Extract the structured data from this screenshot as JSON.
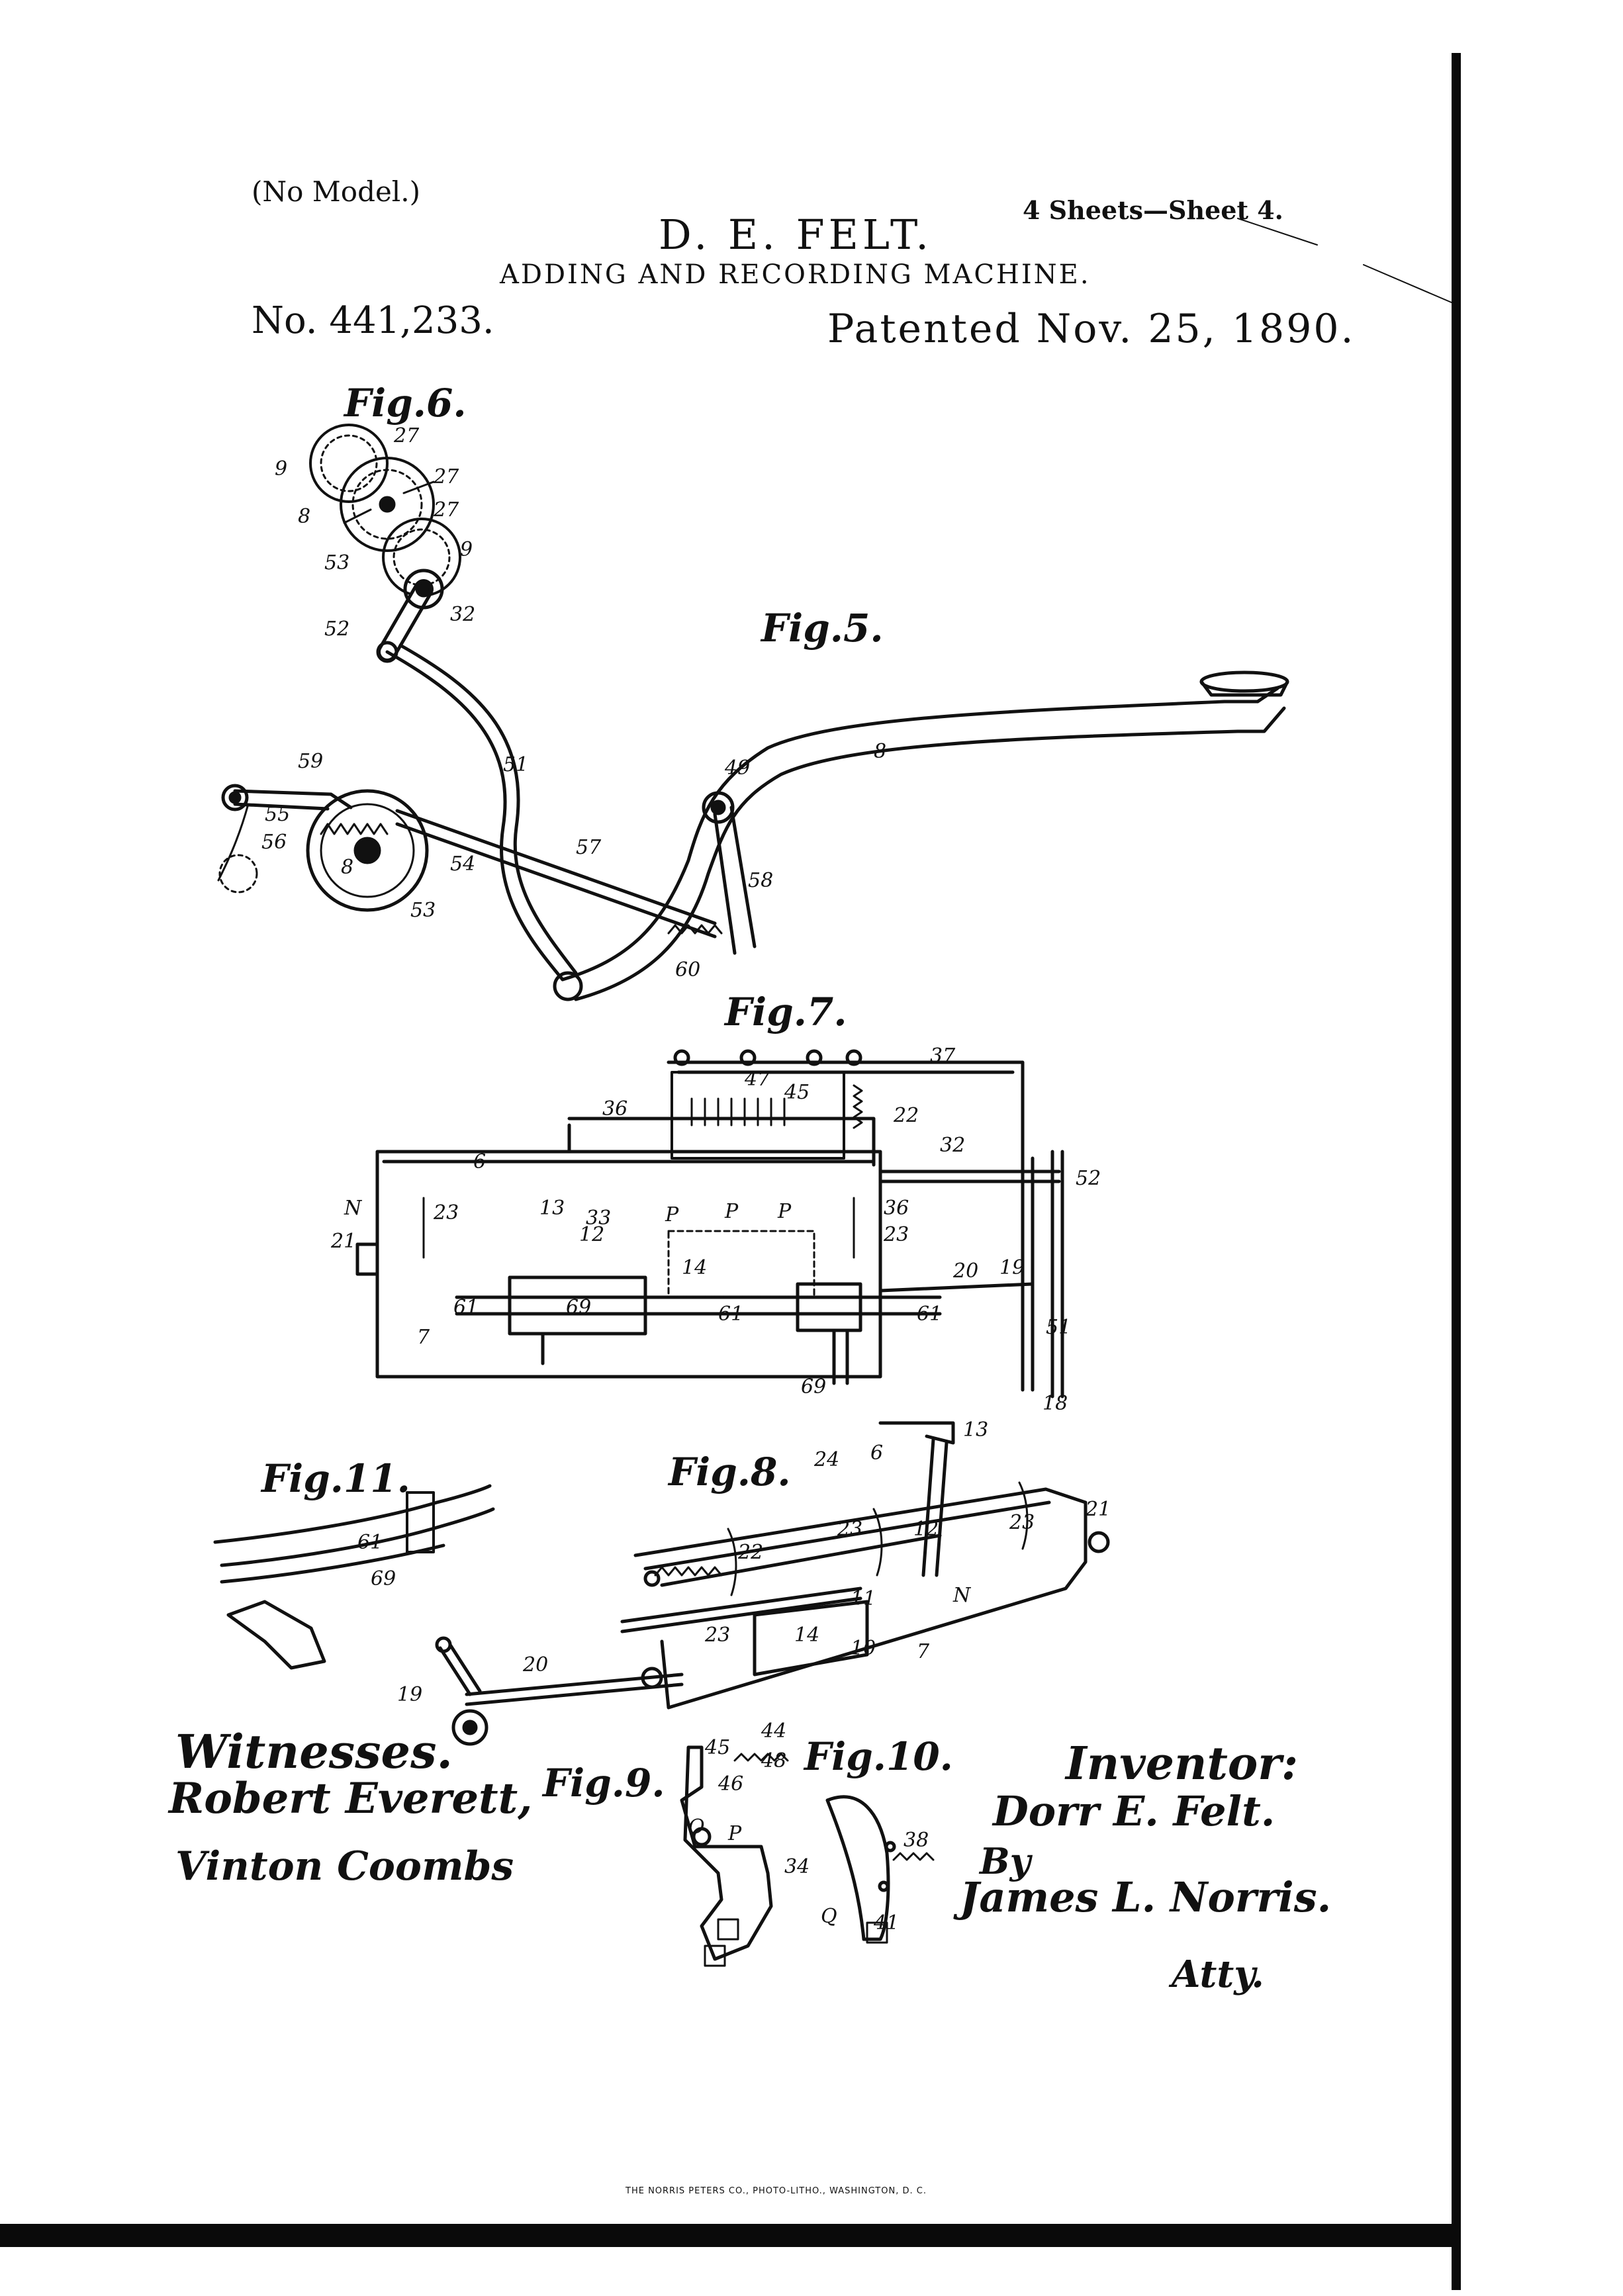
{
  "header": {
    "no_model": "(No Model.)",
    "patentee": "D. E. FELT.",
    "sheet_info": "4 Sheets—Sheet 4.",
    "machine_title": "ADDING AND RECORDING MACHINE.",
    "patent_number": "No. 441,233.",
    "patent_date": "Patented Nov. 25, 1890."
  },
  "figures": {
    "fig6": {
      "label": "Fig.6.",
      "refs": [
        "27",
        "9",
        "27",
        "8",
        "27",
        "9",
        "53"
      ]
    },
    "fig5": {
      "label": "Fig.5.",
      "refs": [
        "52",
        "32",
        "8",
        "51",
        "49",
        "59",
        "55",
        "56",
        "8",
        "57",
        "54",
        "53",
        "58",
        "60"
      ]
    },
    "fig7": {
      "label": "Fig.7.",
      "refs": [
        "37",
        "47",
        "45",
        "36",
        "22",
        "32",
        "6",
        "52",
        "N",
        "23",
        "13",
        "33",
        "12",
        "P",
        "P",
        "P",
        "36",
        "23",
        "21",
        "14",
        "20",
        "19",
        "61",
        "69",
        "61",
        "61",
        "51",
        "7",
        "69",
        "18"
      ]
    },
    "fig8": {
      "label": "Fig.8.",
      "refs": [
        "24",
        "6",
        "13",
        "23",
        "23",
        "12",
        "22",
        "21",
        "11",
        "N",
        "23",
        "14",
        "10",
        "7",
        "19",
        "20"
      ]
    },
    "fig11": {
      "label": "Fig.11.",
      "refs": [
        "61",
        "69"
      ]
    },
    "fig9": {
      "label": "Fig.9.",
      "refs": [
        "45",
        "44",
        "48",
        "46",
        "O",
        "P",
        "34"
      ]
    },
    "fig10": {
      "label": "Fig.10.",
      "refs": [
        "38",
        "Q",
        "41"
      ]
    }
  },
  "signatures": {
    "witnesses_label": "Witnesses.",
    "witness_1": "Robert Everett,",
    "witness_2": "Vinton Coombs",
    "inventor_label": "Inventor:",
    "inventor_name": "Dorr E. Felt.",
    "by_label": "By",
    "attorney_name": "James L. Norris.",
    "atty_label": "Atty."
  },
  "footer": {
    "printer_credit": "THE NORRIS PETERS CO., PHOTO-LITHO., WASHINGTON, D. C."
  },
  "colors": {
    "ink": "#111111",
    "paper": "#ffffff",
    "border": "#0a0a0a"
  }
}
